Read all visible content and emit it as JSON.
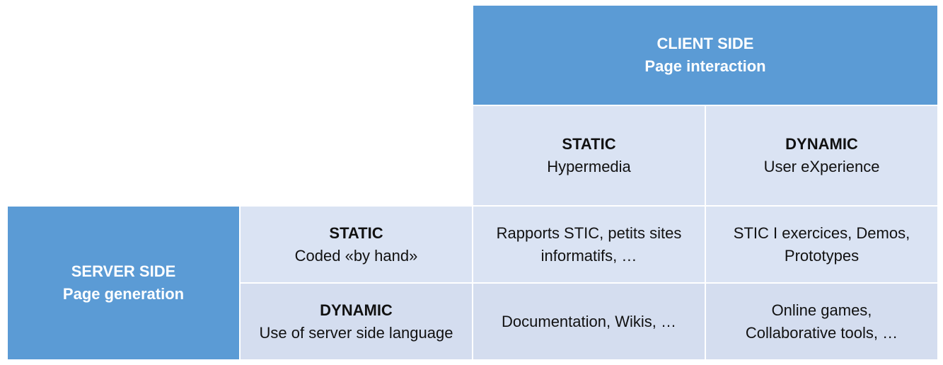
{
  "client_header": {
    "title": "CLIENT SIDE",
    "subtitle": "Page interaction"
  },
  "client_static": {
    "title": "STATIC",
    "subtitle": "Hypermedia"
  },
  "client_dynamic": {
    "title": "DYNAMIC",
    "subtitle": "User eXperience"
  },
  "server_header": {
    "title": "SERVER SIDE",
    "subtitle": "Page generation"
  },
  "server_static": {
    "title": "STATIC",
    "subtitle": "Coded «by hand»"
  },
  "server_dynamic": {
    "title": "DYNAMIC",
    "subtitle": "Use of server side language"
  },
  "cells": {
    "static_static": {
      "line1": "Rapports STIC, petits sites",
      "line2": "informatifs, …"
    },
    "static_dynamic": {
      "line1": "STIC I exercices, Demos,",
      "line2": "Prototypes"
    },
    "dynamic_static": {
      "line1": "Documentation, Wikis, …"
    },
    "dynamic_dynamic": {
      "line1": "Online games,",
      "line2": "Collaborative tools, …"
    }
  },
  "colors": {
    "header": "#5b9bd5",
    "light_a": "#dae3f3",
    "light_b": "#d4ddef"
  }
}
